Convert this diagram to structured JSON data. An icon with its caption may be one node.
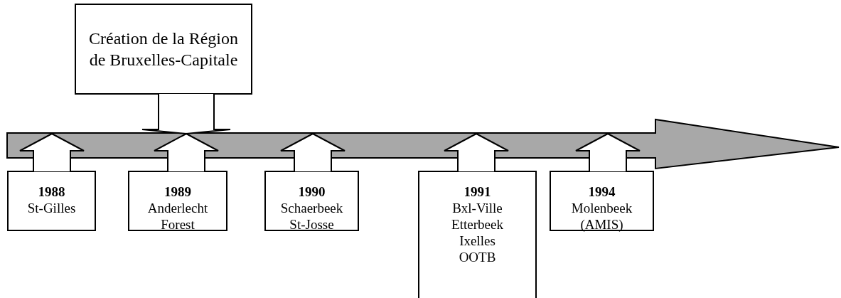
{
  "diagram": {
    "nodes": [
      {
        "text": [
          "Création de la Région de Bruxelles-Capitale"
        ]
      },
      {
        "text": [],
        "shape": "arrow"
      },
      {
        "text": [
          "1988",
          "St-Gilles"
        ]
      },
      {
        "text": [
          "1989",
          "Anderlecht",
          "Forest"
        ]
      },
      {
        "text": [
          "1990",
          "Schaerbeek",
          "St-Josse"
        ]
      },
      {
        "text": [
          "1991",
          "Bxl-Ville",
          "Etterbeek",
          "Ixelles",
          "OOTB"
        ]
      },
      {
        "text": [
          "1994",
          "Molenbeek (AMIS)"
        ]
      }
    ],
    "edges": [
      {
        "from": 0,
        "to": 1,
        "arrow": "to"
      },
      {
        "from": 2,
        "to": 1,
        "arrow": "to"
      },
      {
        "from": 3,
        "to": 1,
        "arrow": "to"
      },
      {
        "from": 4,
        "to": 1,
        "arrow": "to"
      },
      {
        "from": 5,
        "to": 1,
        "arrow": "to"
      },
      {
        "from": 6,
        "to": 1,
        "arrow": "to"
      }
    ]
  }
}
